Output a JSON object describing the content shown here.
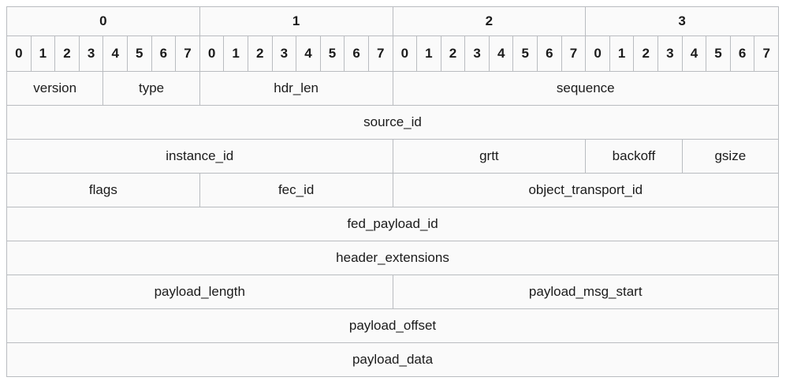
{
  "diagram": {
    "title": "packet-header-layout",
    "bit_width": 32,
    "colors": {
      "cyan_dark": "#5fdcf8",
      "cyan_light": "#aefcfc",
      "pink": "#ffcdcd",
      "plain": "#fafafa",
      "ruler_byte": "#e8eaec",
      "ruler_bit": "#eceef0",
      "border": "#b9bcc0"
    },
    "byte_ruler": [
      "0",
      "1",
      "2",
      "3"
    ],
    "bit_ruler": [
      "0",
      "1",
      "2",
      "3",
      "4",
      "5",
      "6",
      "7",
      "0",
      "1",
      "2",
      "3",
      "4",
      "5",
      "6",
      "7",
      "0",
      "1",
      "2",
      "3",
      "4",
      "5",
      "6",
      "7",
      "0",
      "1",
      "2",
      "3",
      "4",
      "5",
      "6",
      "7"
    ],
    "rows": [
      {
        "index": 0,
        "fields": [
          {
            "label": "version",
            "bits": 4,
            "bit_start": 0,
            "bit_end": 3,
            "fill": "cyan_dark"
          },
          {
            "label": "type",
            "bits": 4,
            "bit_start": 4,
            "bit_end": 7,
            "fill": "cyan_dark"
          },
          {
            "label": "hdr_len",
            "bits": 8,
            "bit_start": 8,
            "bit_end": 15,
            "fill": "cyan_dark"
          },
          {
            "label": "sequence",
            "bits": 16,
            "bit_start": 16,
            "bit_end": 31,
            "fill": "cyan_dark"
          }
        ]
      },
      {
        "index": 1,
        "fields": [
          {
            "label": "source_id",
            "bits": 32,
            "bit_start": 0,
            "bit_end": 31,
            "fill": "cyan_dark"
          }
        ]
      },
      {
        "index": 2,
        "fields": [
          {
            "label": "instance_id",
            "bits": 16,
            "bit_start": 0,
            "bit_end": 15,
            "fill": "cyan_light"
          },
          {
            "label": "grtt",
            "bits": 8,
            "bit_start": 16,
            "bit_end": 23,
            "fill": "cyan_light"
          },
          {
            "label": "backoff",
            "bits": 4,
            "bit_start": 24,
            "bit_end": 27,
            "fill": "cyan_light"
          },
          {
            "label": "gsize",
            "bits": 4,
            "bit_start": 28,
            "bit_end": 31,
            "fill": "cyan_light"
          }
        ]
      },
      {
        "index": 3,
        "fields": [
          {
            "label": "flags",
            "bits": 8,
            "bit_start": 0,
            "bit_end": 7,
            "fill": "cyan_light"
          },
          {
            "label": "fec_id",
            "bits": 8,
            "bit_start": 8,
            "bit_end": 15,
            "fill": "cyan_light"
          },
          {
            "label": "object_transport_id",
            "bits": 16,
            "bit_start": 16,
            "bit_end": 31,
            "fill": "cyan_light"
          }
        ]
      },
      {
        "index": 4,
        "fields": [
          {
            "label": "fed_payload_id",
            "bits": 32,
            "bit_start": 0,
            "bit_end": 31,
            "fill": "cyan_light"
          }
        ]
      },
      {
        "index": 5,
        "fields": [
          {
            "label": "header_extensions",
            "bits": 32,
            "bit_start": 0,
            "bit_end": 31,
            "fill": "pink"
          }
        ]
      },
      {
        "index": 6,
        "fields": [
          {
            "label": "payload_length",
            "bits": 16,
            "bit_start": 0,
            "bit_end": 15,
            "fill": "plain"
          },
          {
            "label": "payload_msg_start",
            "bits": 16,
            "bit_start": 16,
            "bit_end": 31,
            "fill": "plain"
          }
        ]
      },
      {
        "index": 7,
        "fields": [
          {
            "label": "payload_offset",
            "bits": 32,
            "bit_start": 0,
            "bit_end": 31,
            "fill": "plain"
          }
        ]
      },
      {
        "index": 8,
        "fields": [
          {
            "label": "payload_data",
            "bits": 32,
            "bit_start": 0,
            "bit_end": 31,
            "fill": "plain"
          }
        ]
      }
    ]
  }
}
